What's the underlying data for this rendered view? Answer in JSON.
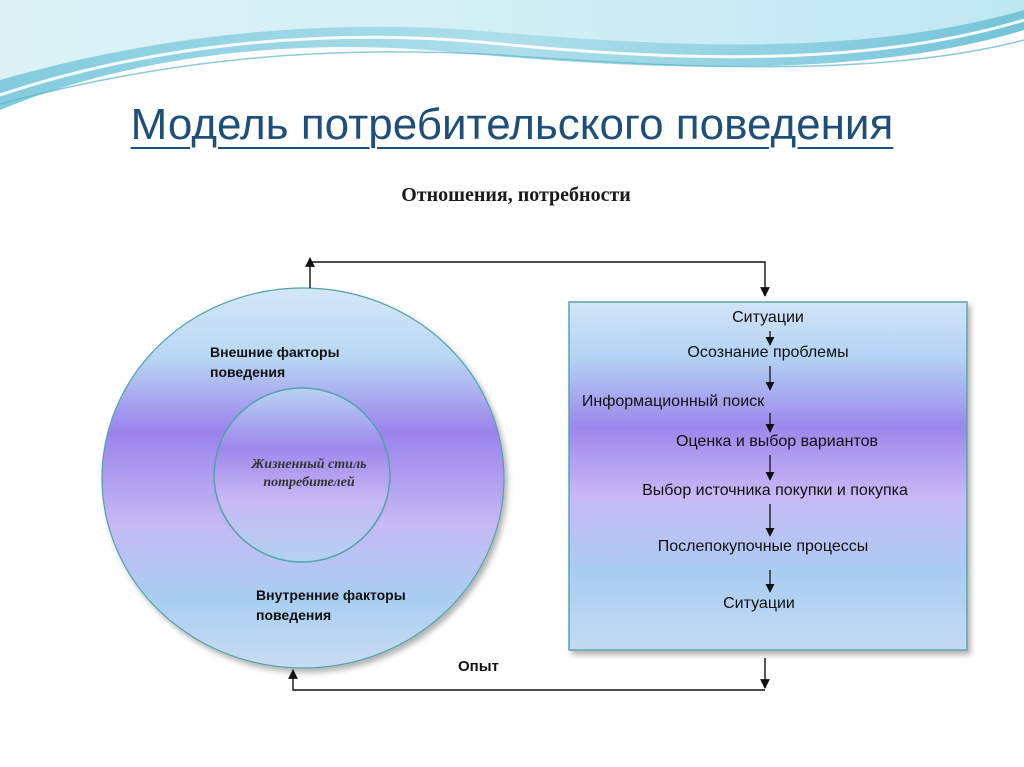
{
  "title": "Модель потребительского поведения",
  "subtitle": "Отношения, потребности",
  "circle": {
    "outer_top_label": [
      "Внешние факторы",
      "поведения"
    ],
    "inner_label": [
      "Жизненный стиль",
      "потребителей"
    ],
    "outer_bottom_label": [
      "Внутренние факторы",
      "поведения"
    ]
  },
  "process": {
    "steps": [
      "Ситуации",
      "Осознание проблемы",
      "Информационный поиск",
      "Оценка и выбор вариантов",
      "Выбор источника покупки и покупка",
      "Послепокупочные процессы",
      "Ситуации"
    ]
  },
  "feedback_label": "Опыт",
  "colors": {
    "title": "#1f4e79",
    "wave_light": "#d6f0f7",
    "wave_mid": "#7fcbdc",
    "gradient_blue": "#b9d7f5",
    "gradient_purple": "#9f86ec",
    "box_border": "#5aa5a7",
    "circle_border": "#4fa3a8"
  }
}
